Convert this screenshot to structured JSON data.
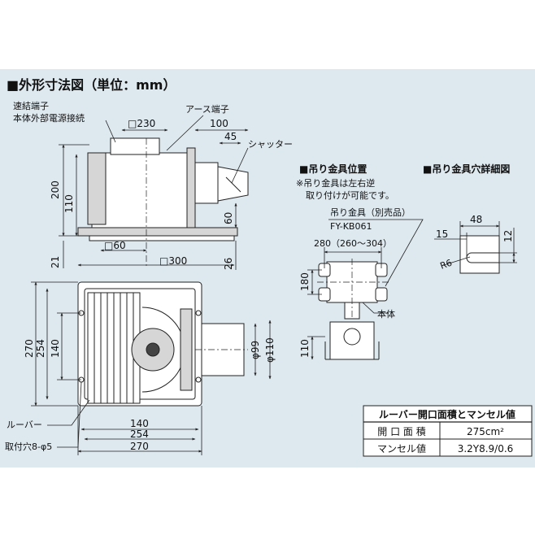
{
  "header": {
    "title": "■外形寸法図（単位：mm）"
  },
  "side_view": {
    "quick_terminal": "速結端子",
    "power_connection": "本体外部電源接続",
    "earth_terminal": "アース端子",
    "shutter": "シャッター",
    "dim_230": "□230",
    "dim_100": "100",
    "dim_45": "45",
    "dim_200": "200",
    "dim_110": "110",
    "dim_60_right": "60",
    "dim_21": "21",
    "dim_26": "26",
    "dim_sq60": "□60",
    "dim_sq300": "□300"
  },
  "hanger_position": {
    "title": "■吊り金具位置",
    "note_line1": "※吊り金具は左右逆",
    "note_line2": "取り付けが可能です。",
    "bracket_label": "吊り金具（別売品）",
    "model": "FY-KB061",
    "dim_280": "280（260〜304）",
    "dim_180": "180",
    "dim_110": "110",
    "body_label": "本体"
  },
  "hole_detail": {
    "title": "■吊り金具穴詳細図",
    "dim_48": "48",
    "dim_15": "15",
    "dim_12": "12",
    "dim_R6": "R6"
  },
  "bottom_view": {
    "dim_270_v": "270",
    "dim_254_v": "254",
    "dim_140_v": "140",
    "dim_phi99": "φ99",
    "dim_phi110": "φ110",
    "louver_label": "ルーバー",
    "mount_hole_label": "取付穴8-φ5",
    "dim_140_h": "140",
    "dim_254_h": "254",
    "dim_270_h": "270"
  },
  "table": {
    "title": "ルーバー開口面積とマンセル値",
    "rows": [
      {
        "label": "開 口 面 積",
        "value": "275cm²"
      },
      {
        "label": "マンセル値",
        "value": "3.2Y8.9/0.6"
      }
    ]
  }
}
